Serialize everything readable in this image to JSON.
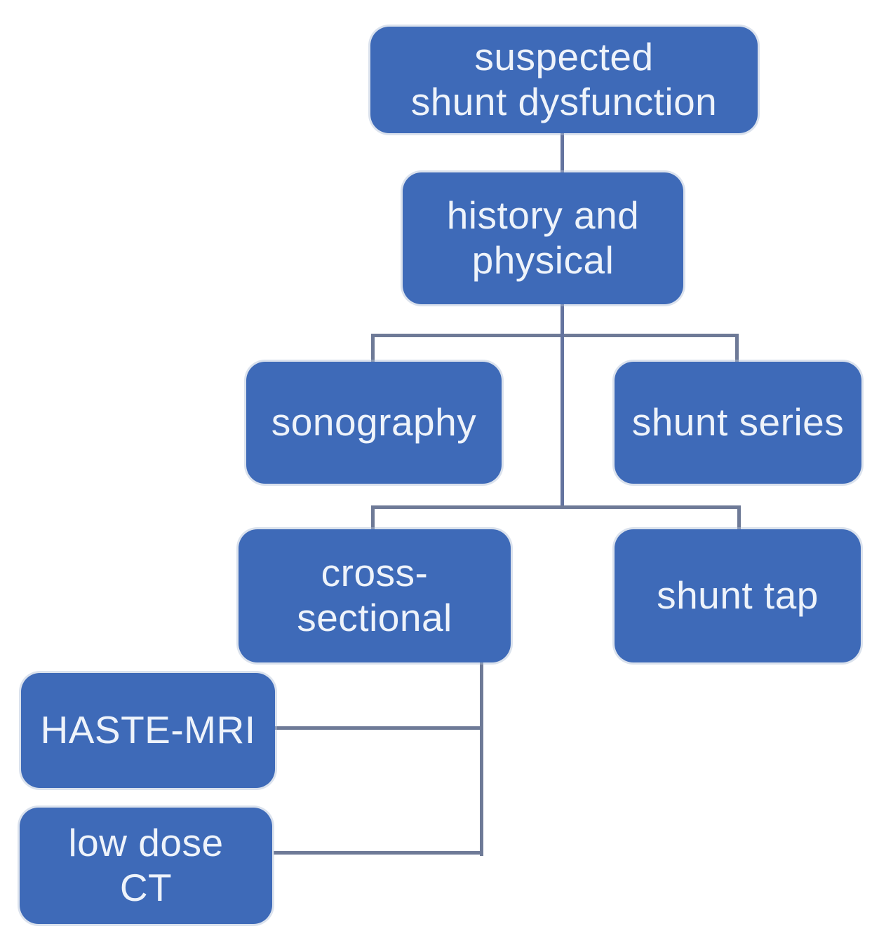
{
  "diagram": {
    "type": "flowchart",
    "nodes": [
      {
        "id": "suspected-shunt-dysfunction",
        "label": "suspected\nshunt dysfunction"
      },
      {
        "id": "history-and-physical",
        "label": "history and\nphysical"
      },
      {
        "id": "sonography",
        "label": "sonography"
      },
      {
        "id": "shunt-series",
        "label": "shunt series"
      },
      {
        "id": "cross-sectional",
        "label": "cross-\nsectional"
      },
      {
        "id": "shunt-tap",
        "label": "shunt tap"
      },
      {
        "id": "haste-mri",
        "label": "HASTE-MRI"
      },
      {
        "id": "low-dose-ct",
        "label": "low dose\nCT"
      }
    ],
    "edges": [
      {
        "from": "suspected-shunt-dysfunction",
        "to": "history-and-physical"
      },
      {
        "from": "history-and-physical",
        "to": "sonography"
      },
      {
        "from": "history-and-physical",
        "to": "shunt-series"
      },
      {
        "from": "history-and-physical",
        "to": "cross-sectional"
      },
      {
        "from": "history-and-physical",
        "to": "shunt-tap"
      },
      {
        "from": "cross-sectional",
        "to": "haste-mri"
      },
      {
        "from": "cross-sectional",
        "to": "low-dose-ct"
      }
    ],
    "colors": {
      "node_fill": "#3e6ab8",
      "node_text": "#eef3fa",
      "node_halo": "#b0bed8",
      "connector": "#6e7a97",
      "connector_vertical": "#64749f",
      "background": "#ffffff"
    }
  }
}
